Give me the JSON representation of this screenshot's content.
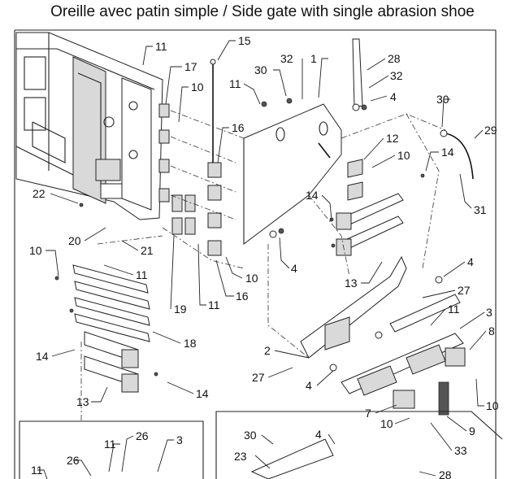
{
  "title": "Oreille avec patin simple  /  Side gate with single abrasion shoe",
  "callouts": [
    {
      "id": "c1",
      "text": "11"
    },
    {
      "id": "c2",
      "text": "15"
    },
    {
      "id": "c3",
      "text": "32"
    },
    {
      "id": "c4",
      "text": "1"
    },
    {
      "id": "c5",
      "text": "28"
    },
    {
      "id": "c6",
      "text": "17"
    },
    {
      "id": "c7",
      "text": "10"
    },
    {
      "id": "c8",
      "text": "30"
    },
    {
      "id": "c9",
      "text": "11"
    },
    {
      "id": "c10",
      "text": "32"
    },
    {
      "id": "c11",
      "text": "4"
    },
    {
      "id": "c12",
      "text": "30"
    },
    {
      "id": "c13",
      "text": "29"
    },
    {
      "id": "c14",
      "text": "16"
    },
    {
      "id": "c15",
      "text": "12"
    },
    {
      "id": "c16",
      "text": "10"
    },
    {
      "id": "c17",
      "text": "14"
    },
    {
      "id": "c18",
      "text": "22"
    },
    {
      "id": "c19",
      "text": "14"
    },
    {
      "id": "c20",
      "text": "31"
    },
    {
      "id": "c21",
      "text": "20"
    },
    {
      "id": "c22",
      "text": "21"
    },
    {
      "id": "c23",
      "text": "10"
    },
    {
      "id": "c24",
      "text": "11"
    },
    {
      "id": "c25",
      "text": "4"
    },
    {
      "id": "c26",
      "text": "4"
    },
    {
      "id": "c27",
      "text": "10"
    },
    {
      "id": "c28",
      "text": "13"
    },
    {
      "id": "c29",
      "text": "27"
    },
    {
      "id": "c30",
      "text": "19"
    },
    {
      "id": "c31",
      "text": "11"
    },
    {
      "id": "c32",
      "text": "16"
    },
    {
      "id": "c33",
      "text": "11"
    },
    {
      "id": "c34",
      "text": "3"
    },
    {
      "id": "c35",
      "text": "18"
    },
    {
      "id": "c36",
      "text": "8"
    },
    {
      "id": "c37",
      "text": "2"
    },
    {
      "id": "c38",
      "text": "14"
    },
    {
      "id": "c39",
      "text": "14"
    },
    {
      "id": "c40",
      "text": "27"
    },
    {
      "id": "c41",
      "text": "4"
    },
    {
      "id": "c42",
      "text": "13"
    },
    {
      "id": "c43",
      "text": "10"
    },
    {
      "id": "c44",
      "text": "7"
    },
    {
      "id": "c45",
      "text": "10"
    },
    {
      "id": "c46",
      "text": "9"
    },
    {
      "id": "c47",
      "text": "33"
    },
    {
      "id": "c48",
      "text": "11"
    },
    {
      "id": "c49",
      "text": "26"
    },
    {
      "id": "c50",
      "text": "3"
    },
    {
      "id": "c51",
      "text": "26"
    },
    {
      "id": "c52",
      "text": "11"
    },
    {
      "id": "c53",
      "text": "30"
    },
    {
      "id": "c54",
      "text": "4"
    },
    {
      "id": "c55",
      "text": "23"
    },
    {
      "id": "c56",
      "text": "28"
    }
  ]
}
